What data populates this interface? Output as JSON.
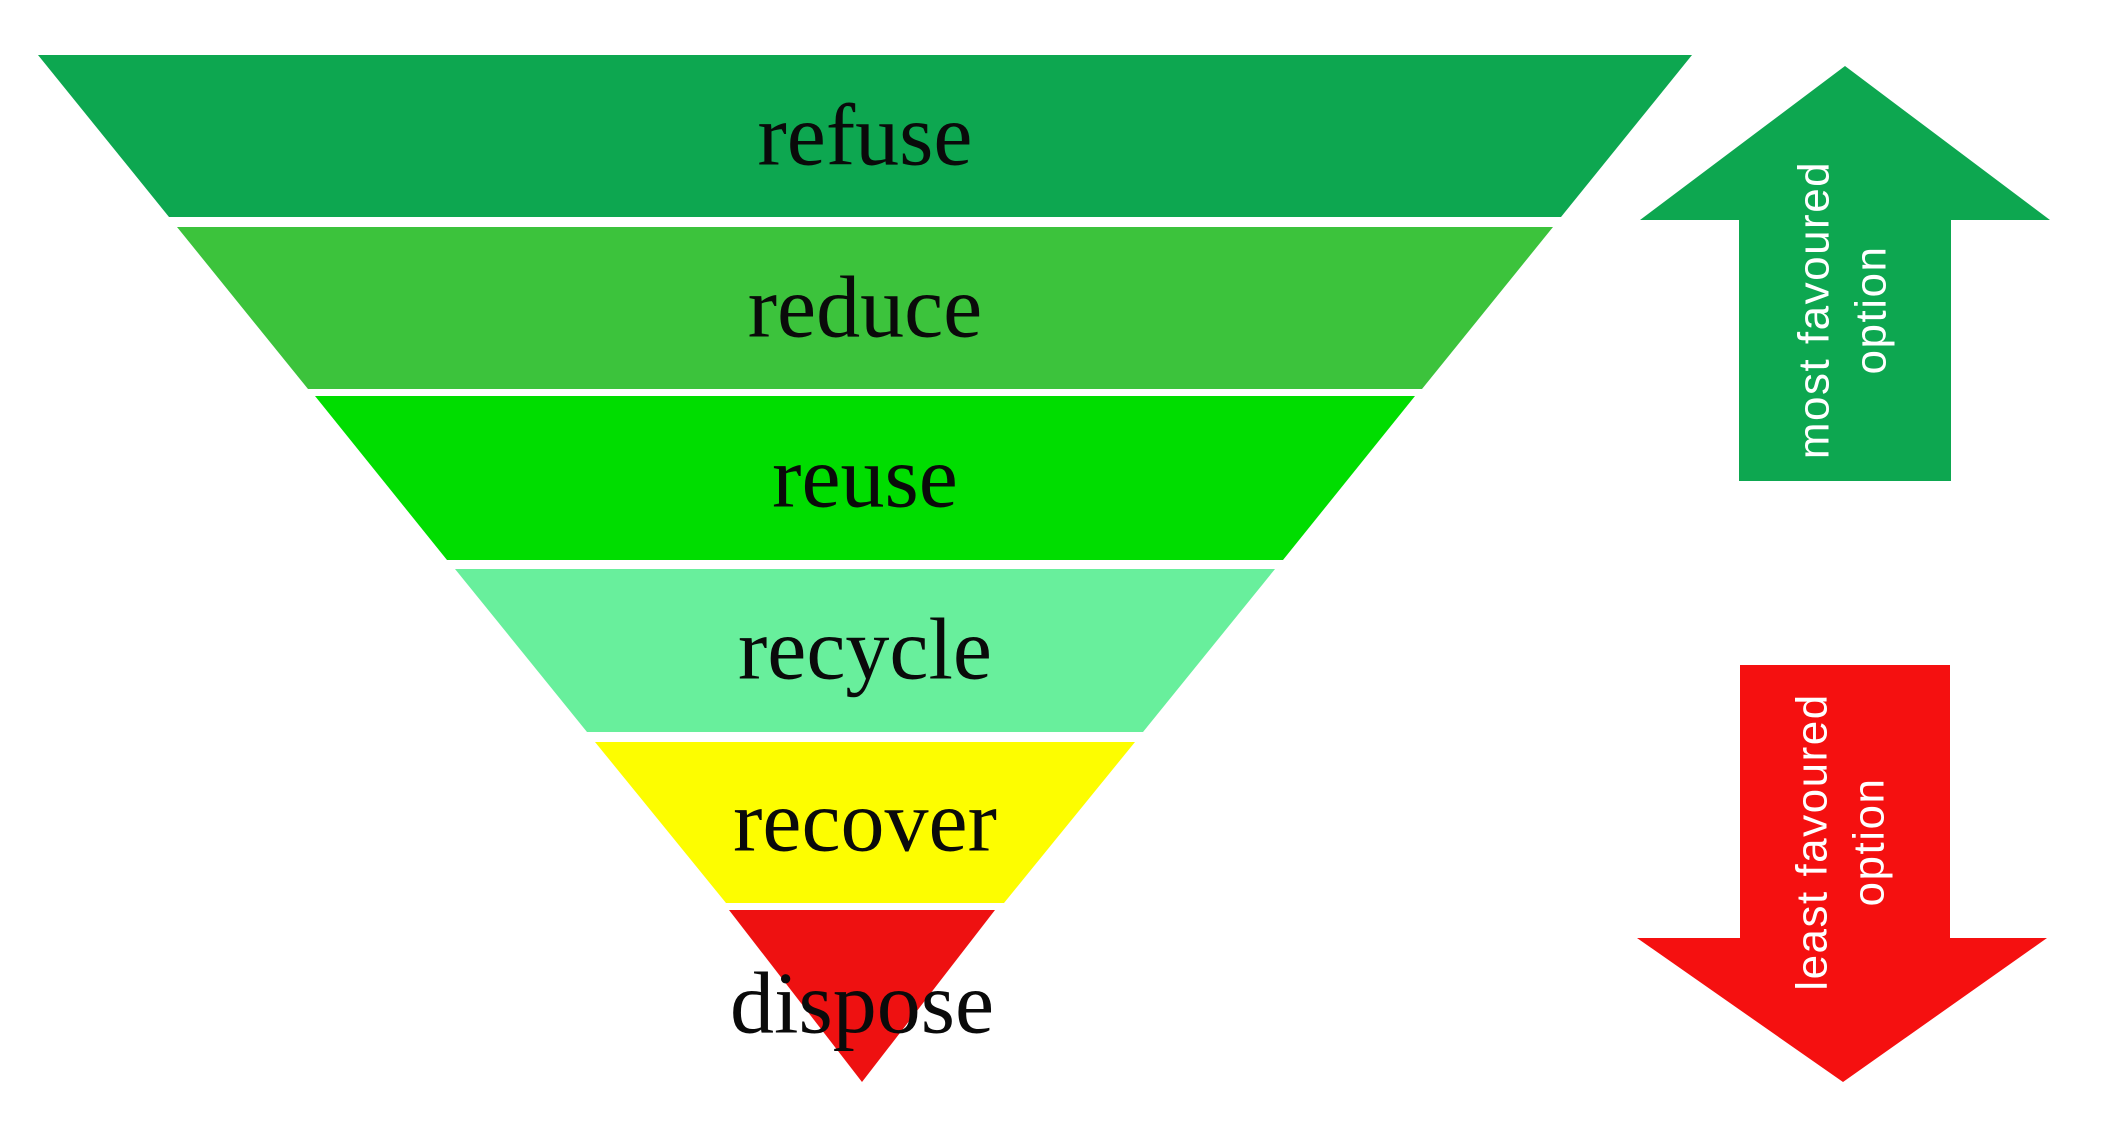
{
  "diagram": {
    "background_color": "#ffffff",
    "label_color": "#0a0a0a",
    "levels": [
      {
        "label": "refuse",
        "color": "#0da750"
      },
      {
        "label": "reduce",
        "color": "#3cc33c"
      },
      {
        "label": "reuse",
        "color": "#00dd00"
      },
      {
        "label": "recycle",
        "color": "#68ef9c"
      },
      {
        "label": "recover",
        "color": "#fdfd00"
      },
      {
        "label": "dispose",
        "color": "#ee1111"
      }
    ],
    "arrows": {
      "up": {
        "direction": "up",
        "color": "#0da750",
        "text_color": "#ffffff",
        "line1": "most favoured",
        "line2": "option"
      },
      "down": {
        "direction": "down",
        "color": "#f51010",
        "text_color": "#ffffff",
        "line1": "least favoured",
        "line2": "option"
      }
    }
  }
}
